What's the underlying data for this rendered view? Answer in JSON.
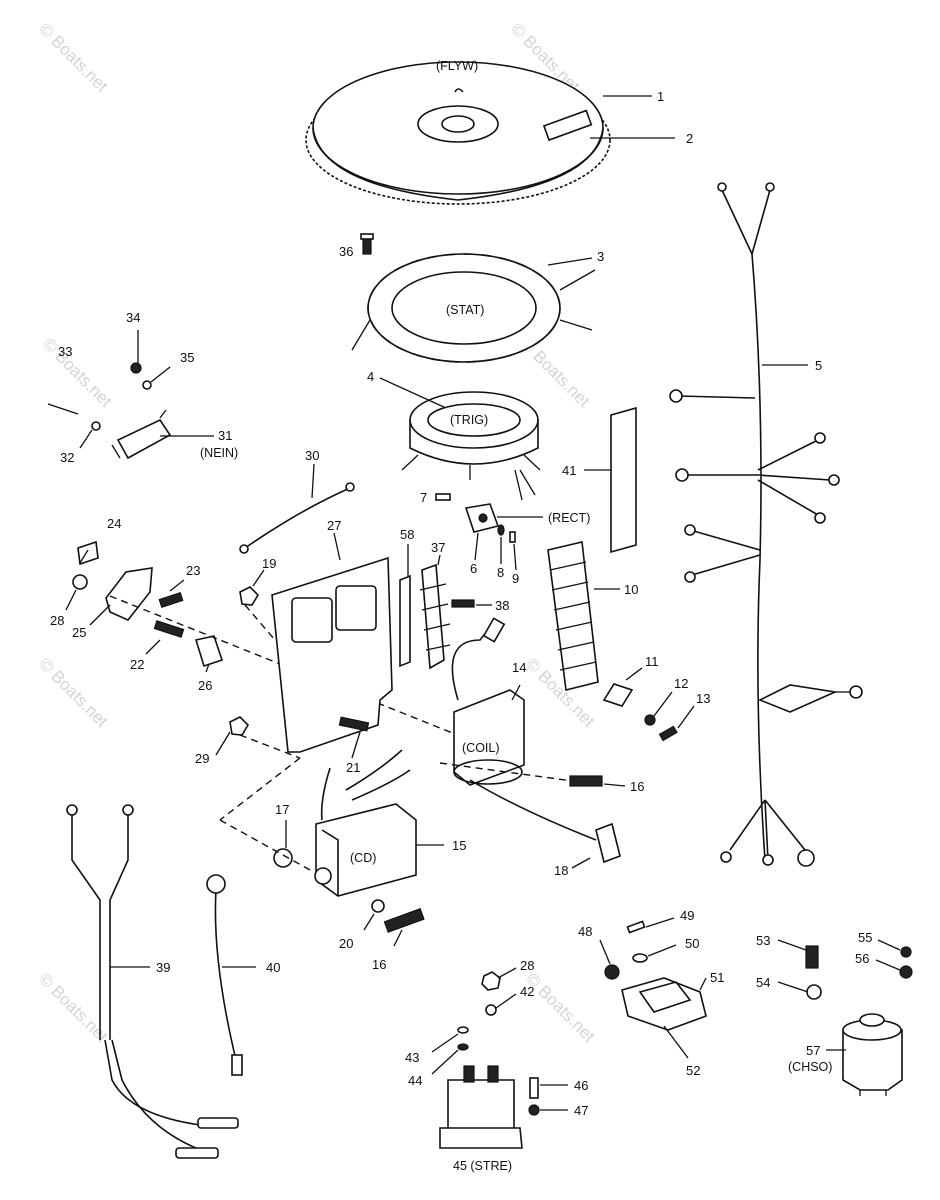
{
  "watermark": {
    "text": "© Boats.net",
    "color": "#d4d4d4"
  },
  "colors": {
    "ink": "#111111",
    "background": "#ffffff"
  },
  "labels": [
    {
      "text": "(FLYW)"
    },
    {
      "text": "1"
    },
    {
      "text": "2"
    },
    {
      "text": "36"
    },
    {
      "text": "3"
    },
    {
      "text": "(STAT)"
    },
    {
      "text": "34"
    },
    {
      "text": "35"
    },
    {
      "text": "33"
    },
    {
      "text": "32"
    },
    {
      "text": "31"
    },
    {
      "text": "(NEIN)"
    },
    {
      "text": "4"
    },
    {
      "text": "(TRIG)"
    },
    {
      "text": "5"
    },
    {
      "text": "41"
    },
    {
      "text": "30"
    },
    {
      "text": "7"
    },
    {
      "text": "(RECT)"
    },
    {
      "text": "6"
    },
    {
      "text": "8"
    },
    {
      "text": "9"
    },
    {
      "text": "24"
    },
    {
      "text": "27"
    },
    {
      "text": "58"
    },
    {
      "text": "37"
    },
    {
      "text": "10"
    },
    {
      "text": "23"
    },
    {
      "text": "19"
    },
    {
      "text": "38"
    },
    {
      "text": "28"
    },
    {
      "text": "25"
    },
    {
      "text": "22"
    },
    {
      "text": "26"
    },
    {
      "text": "14"
    },
    {
      "text": "11"
    },
    {
      "text": "12"
    },
    {
      "text": "13"
    },
    {
      "text": "29"
    },
    {
      "text": "21"
    },
    {
      "text": "(COIL)"
    },
    {
      "text": "16"
    },
    {
      "text": "17"
    },
    {
      "text": "15"
    },
    {
      "text": "(CD)"
    },
    {
      "text": "18"
    },
    {
      "text": "20"
    },
    {
      "text": "16"
    },
    {
      "text": "39"
    },
    {
      "text": "40"
    },
    {
      "text": "48"
    },
    {
      "text": "49"
    },
    {
      "text": "50"
    },
    {
      "text": "53"
    },
    {
      "text": "55"
    },
    {
      "text": "56"
    },
    {
      "text": "51"
    },
    {
      "text": "28"
    },
    {
      "text": "42"
    },
    {
      "text": "54"
    },
    {
      "text": "52"
    },
    {
      "text": "57"
    },
    {
      "text": "(CHSO)"
    },
    {
      "text": "43"
    },
    {
      "text": "44"
    },
    {
      "text": "46"
    },
    {
      "text": "47"
    },
    {
      "text": "45 (STRE)"
    }
  ]
}
